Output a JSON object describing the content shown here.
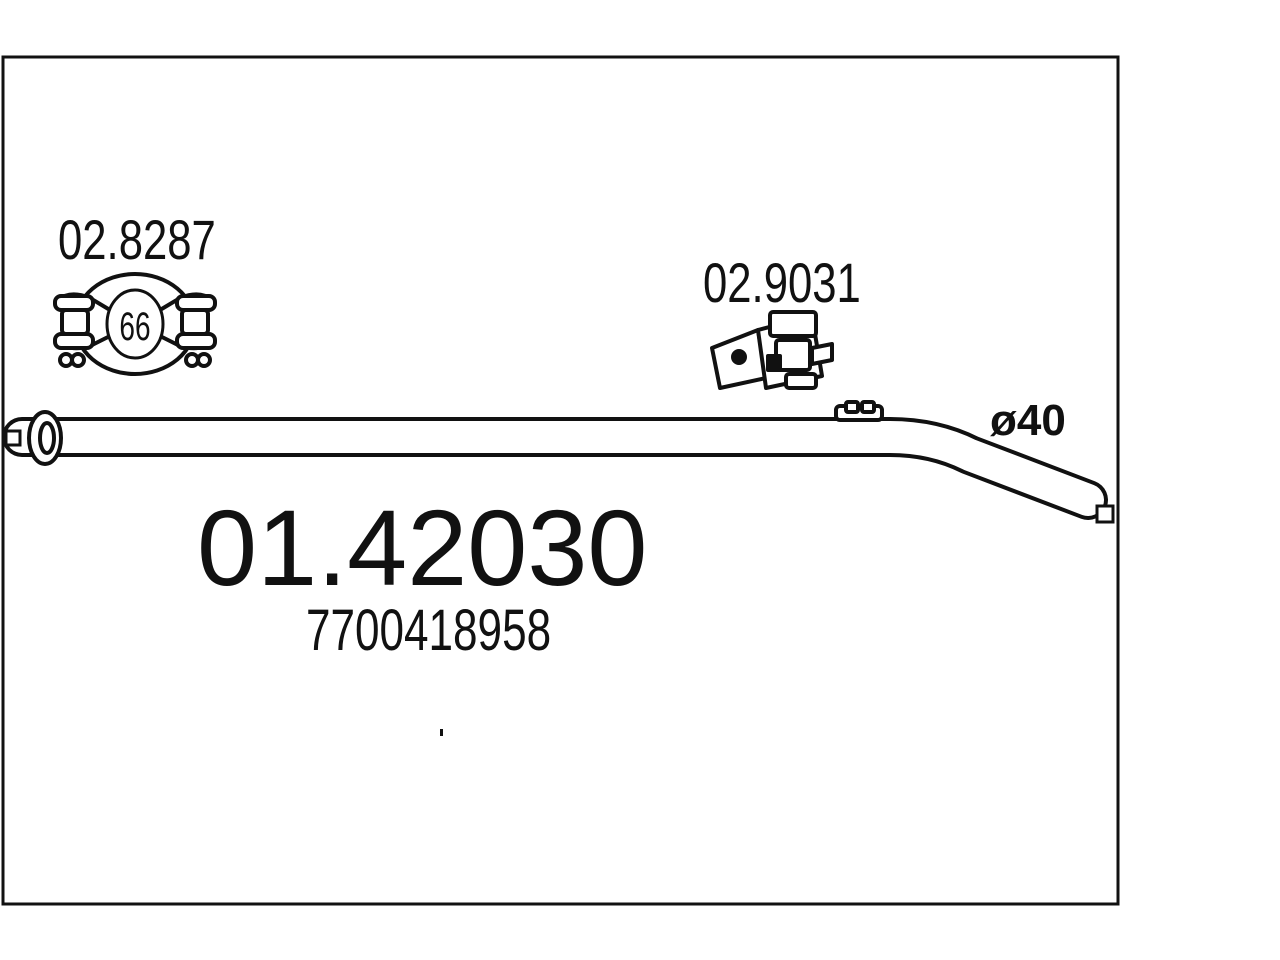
{
  "clamp": {
    "part_number": "02.8287",
    "size": "66"
  },
  "hanger": {
    "part_number": "02.9031"
  },
  "pipe": {
    "part_number": "01.42030",
    "oe_number": "7700418958",
    "diameter": "ø40"
  },
  "colors": {
    "line": "#111111",
    "background": "#ffffff"
  }
}
